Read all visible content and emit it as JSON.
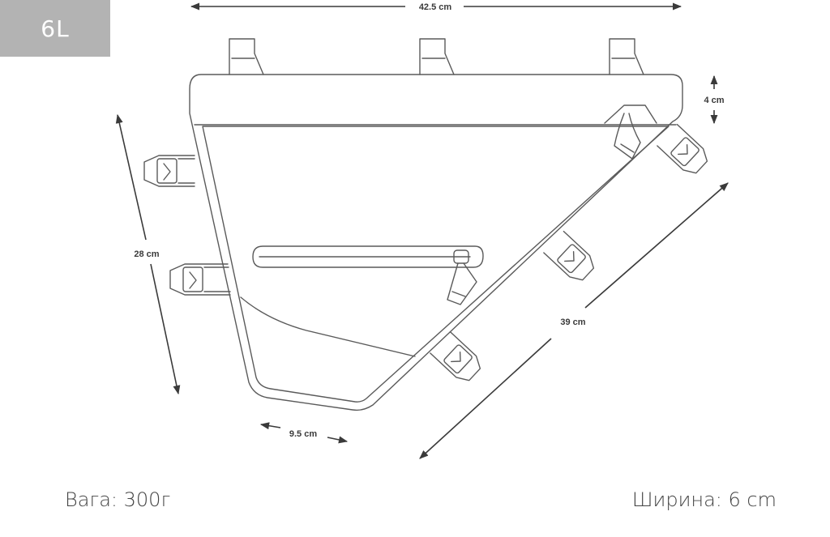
{
  "badge": {
    "label": "6L"
  },
  "dimensions": {
    "length_top": "42.5 cm",
    "height_top": "4 cm",
    "height_left": "28 cm",
    "bottom_width": "9.5 cm",
    "diagonal": "39 cm"
  },
  "footer": {
    "weight": "Вага: 300г",
    "width": "Ширина: 6 cm"
  },
  "colors": {
    "line": "#5a5a5a",
    "badge_bg": "#b3b3b3",
    "text": "#444444"
  }
}
